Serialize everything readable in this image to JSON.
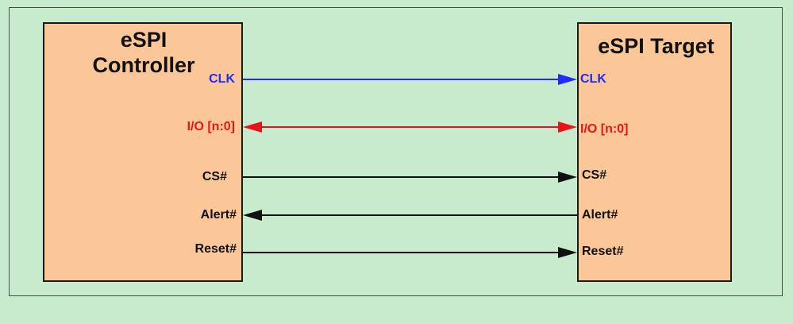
{
  "controller": {
    "title_line1": "eSPI",
    "title_line2": "Controller"
  },
  "target": {
    "title": "eSPI Target"
  },
  "signals": [
    {
      "id": "clk",
      "left_label": "CLK",
      "right_label": "CLK",
      "direction": "controller-to-target",
      "color": "#1f2bff"
    },
    {
      "id": "io",
      "left_label": "I/O [n:0]",
      "right_label": "I/O [n:0]",
      "direction": "bidirectional",
      "color": "#e8141a"
    },
    {
      "id": "cs",
      "left_label": "CS#",
      "right_label": "CS#",
      "direction": "controller-to-target",
      "color": "#111111"
    },
    {
      "id": "alert",
      "left_label": "Alert#",
      "right_label": "Alert#",
      "direction": "target-to-controller",
      "color": "#111111"
    },
    {
      "id": "reset",
      "left_label": "Reset#",
      "right_label": "Reset#",
      "direction": "controller-to-target",
      "color": "#111111"
    }
  ],
  "colors": {
    "background": "#c7ebcc",
    "block_fill": "#fcc798",
    "clk": "#1f2bff",
    "io": "#e8141a",
    "other": "#111111"
  }
}
